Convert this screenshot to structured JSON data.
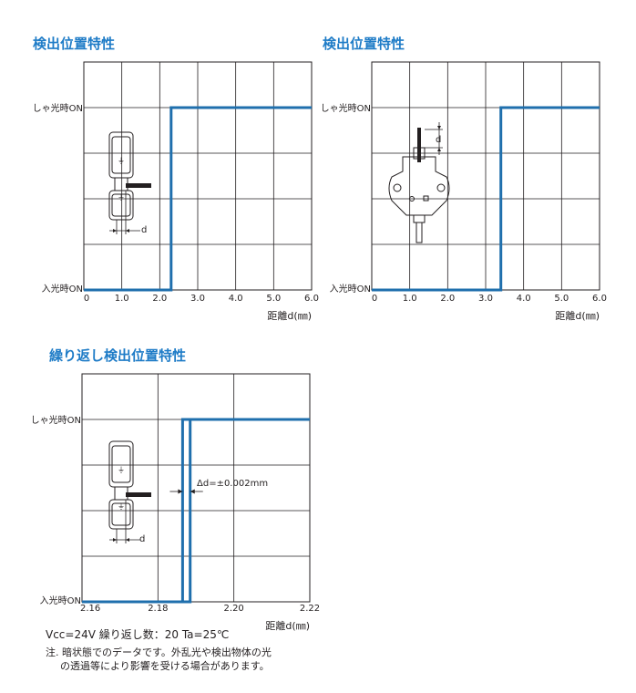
{
  "charts": [
    {
      "title": "検出位置特性",
      "xlabel": "距離d(㎜)",
      "ylabel_top": "しゃ光時ON",
      "ylabel_bottom": "入光時ON",
      "inset_label": "d"
    },
    {
      "title": "検出位置特性",
      "xlabel": "距離d(㎜)",
      "ylabel_top": "しゃ光時ON",
      "ylabel_bottom": "入光時ON",
      "inset_label": "d"
    },
    {
      "title": "繰り返し検出位置特性",
      "xlabel": "距離d(㎜)",
      "ylabel_top": "しゃ光時ON",
      "ylabel_bottom": "入光時ON",
      "inset_label": "d",
      "annotation": "Δd=±0.002mm"
    }
  ],
  "chart_data": [
    {
      "type": "line",
      "title": "検出位置特性",
      "xlabel": "距離d(㎜)",
      "xlim": [
        0,
        6.0
      ],
      "xticks": [
        "0",
        "1.0",
        "2.0",
        "3.0",
        "4.0",
        "5.0",
        "6.0"
      ],
      "yticks": [
        "入光時ON",
        "しゃ光時ON"
      ],
      "grid": true,
      "series": [
        {
          "x": [
            0,
            2.3,
            2.3,
            6.0
          ],
          "y": [
            0,
            0,
            1,
            1
          ]
        }
      ]
    },
    {
      "type": "line",
      "title": "検出位置特性",
      "xlabel": "距離d(㎜)",
      "xlim": [
        0,
        6.0
      ],
      "xticks": [
        "0",
        "1.0",
        "2.0",
        "3.0",
        "4.0",
        "5.0",
        "6.0"
      ],
      "yticks": [
        "入光時ON",
        "しゃ光時ON"
      ],
      "grid": true,
      "series": [
        {
          "x": [
            0,
            3.4,
            3.4,
            6.0
          ],
          "y": [
            0,
            0,
            1,
            1
          ]
        }
      ]
    },
    {
      "type": "line",
      "title": "繰り返し検出位置特性",
      "xlabel": "距離d(㎜)",
      "xlim": [
        2.16,
        2.22
      ],
      "xticks": [
        "2.16",
        "2.18",
        "2.20",
        "2.22"
      ],
      "yticks": [
        "入光時ON",
        "しゃ光時ON"
      ],
      "grid": true,
      "annotation": "Δd=±0.002mm",
      "series": [
        {
          "x": [
            2.16,
            2.1865,
            2.1865,
            2.22
          ],
          "y": [
            0,
            0,
            1,
            1
          ]
        },
        {
          "x": [
            2.16,
            2.1885,
            2.1885,
            2.22
          ],
          "y": [
            0,
            0,
            1,
            1
          ]
        }
      ]
    }
  ],
  "footer": {
    "conditions": "Vcc=24V  繰り返し数：20  Ta=25℃",
    "note_line1": "注. 暗状態でのデータです。外乱光や検出物体の光",
    "note_line2": "の透過等により影響を受ける場合があります。"
  },
  "colors": {
    "title": "#1f7cc7",
    "line": "#1f6fad",
    "grid": "#231f20"
  }
}
